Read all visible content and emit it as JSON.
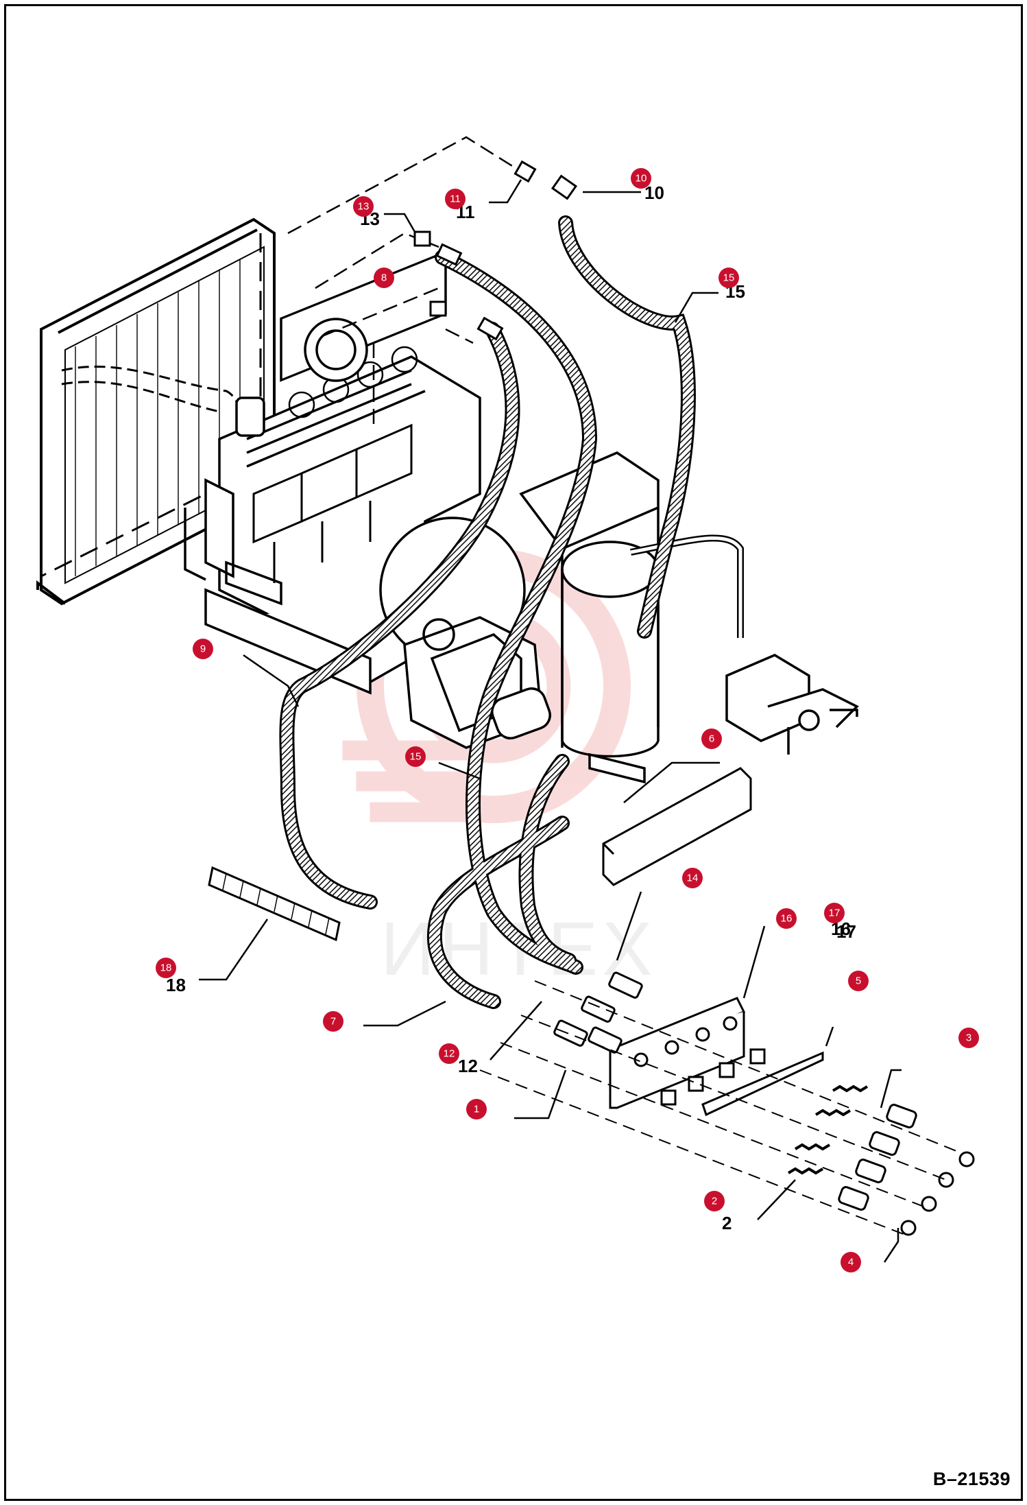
{
  "figure_id": "B–21539",
  "watermark_text": "ИНТЕХ",
  "callout_color": "#c8102e",
  "watermark_color": "#e23a3a",
  "callouts": [
    {
      "id": "callout-1",
      "label": "1"
    },
    {
      "id": "callout-2",
      "label": "2"
    },
    {
      "id": "callout-3",
      "label": "3"
    },
    {
      "id": "callout-4",
      "label": "4"
    },
    {
      "id": "callout-5",
      "label": "5"
    },
    {
      "id": "callout-6",
      "label": "6"
    },
    {
      "id": "callout-7",
      "label": "7"
    },
    {
      "id": "callout-8",
      "label": "8"
    },
    {
      "id": "callout-9",
      "label": "9"
    },
    {
      "id": "callout-10",
      "label": "10"
    },
    {
      "id": "callout-11",
      "label": "11"
    },
    {
      "id": "callout-12",
      "label": "12"
    },
    {
      "id": "callout-13",
      "label": "13"
    },
    {
      "id": "callout-14",
      "label": "14"
    },
    {
      "id": "callout-15a",
      "label": "15"
    },
    {
      "id": "callout-15b",
      "label": "15"
    },
    {
      "id": "callout-16",
      "label": "16"
    },
    {
      "id": "callout-17",
      "label": "17"
    },
    {
      "id": "callout-18",
      "label": "18"
    }
  ],
  "printed_part_numbers": [
    "10",
    "11",
    "13",
    "15",
    "16",
    "17",
    "18",
    "12",
    "2"
  ]
}
